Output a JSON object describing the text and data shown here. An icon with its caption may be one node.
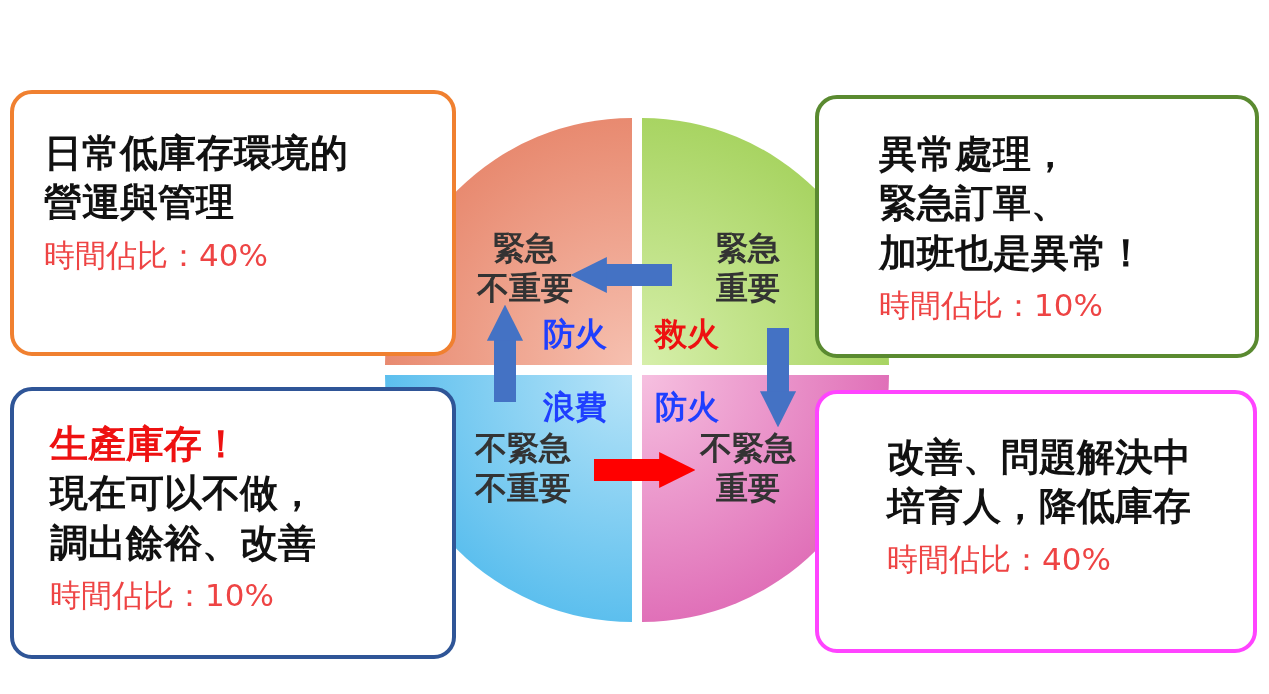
{
  "diagram": {
    "nodes": [
      {
        "text": [
          "**日常**低庫存環境的營運與管理",
          "時間佔比：40%"
        ]
      },
      {
        "text": [
          "異常處理，緊急訂單、加班也是異常！",
          "時間佔比：10%"
        ]
      },
      {
        "text": [
          "生產庫存！",
          "現在可以不做，調出餘裕、改善",
          "時間佔比：10%"
        ]
      },
      {
        "text": [
          "改善、問題解決中培育人，**降低庫存**",
          "時間佔比：40%"
        ]
      },
      {
        "text": [
          "緊急",
          "不重要"
        ]
      },
      {
        "text": [
          "緊急",
          "重要"
        ]
      },
      {
        "text": [
          "不緊急",
          "不重要"
        ]
      },
      {
        "text": [
          "不緊急",
          "重要"
        ]
      }
    ],
    "edges": [
      {
        "from": 5,
        "to": 4,
        "arrow": "to"
      },
      {
        "from": 5,
        "to": 7,
        "arrow": "to"
      },
      {
        "from": 6,
        "to": 4,
        "arrow": "to"
      },
      {
        "from": 6,
        "to": 7,
        "arrow": "to",
        "color": "#ff0000"
      }
    ],
    "labels": [
      "防火",
      "救火",
      "浪費",
      "防火"
    ]
  }
}
